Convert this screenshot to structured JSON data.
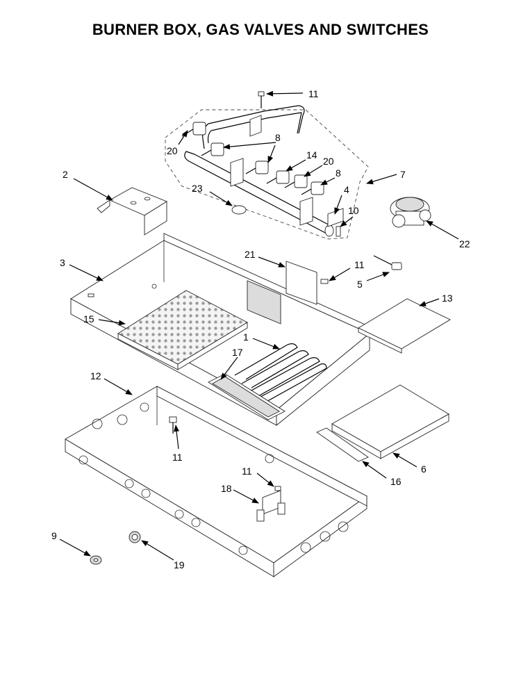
{
  "title": "BURNER BOX, GAS VALVES AND SWITCHES",
  "callouts": {
    "c11a": "11",
    "c8a": "8",
    "c20a": "20",
    "c14": "14",
    "c20b": "20",
    "c8b": "8",
    "c7": "7",
    "c2": "2",
    "c23": "23",
    "c4": "4",
    "c10": "10",
    "c22": "22",
    "c21": "21",
    "c11b": "11",
    "c3": "3",
    "c5": "5",
    "c13": "13",
    "c15": "15",
    "c1": "1",
    "c17": "17",
    "c12": "12",
    "c11c": "11",
    "c11d": "11",
    "c18": "18",
    "c6": "6",
    "c16": "16",
    "c9": "9",
    "c19": "19"
  }
}
